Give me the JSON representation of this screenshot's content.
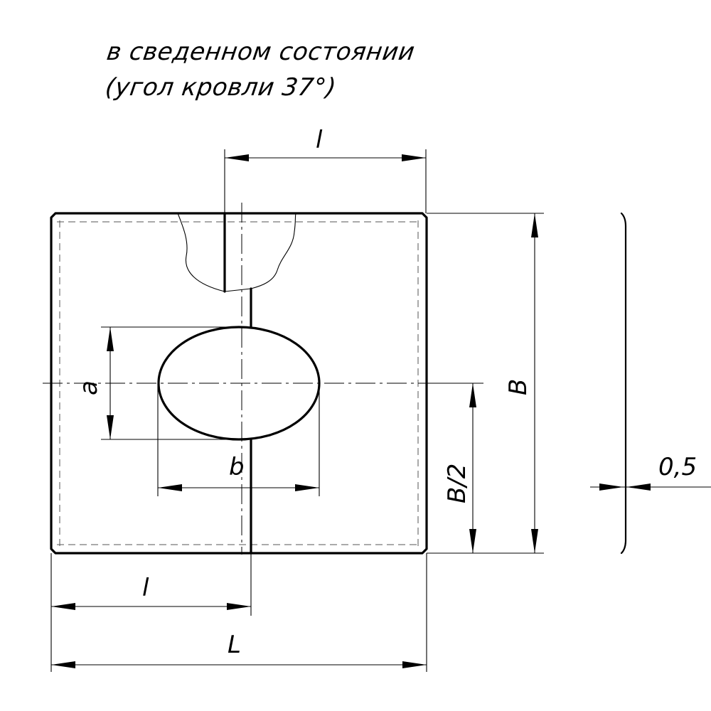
{
  "caption": {
    "line1": "в сведенном состоянии",
    "line2": "(угол кровли 37°)"
  },
  "dimensions": {
    "top_l": "l",
    "bottom_l": "l",
    "overall_L": "L",
    "height_B": "B",
    "half_B": "B/2",
    "opening_a": "a",
    "opening_b": "b",
    "thickness": "0,5"
  }
}
